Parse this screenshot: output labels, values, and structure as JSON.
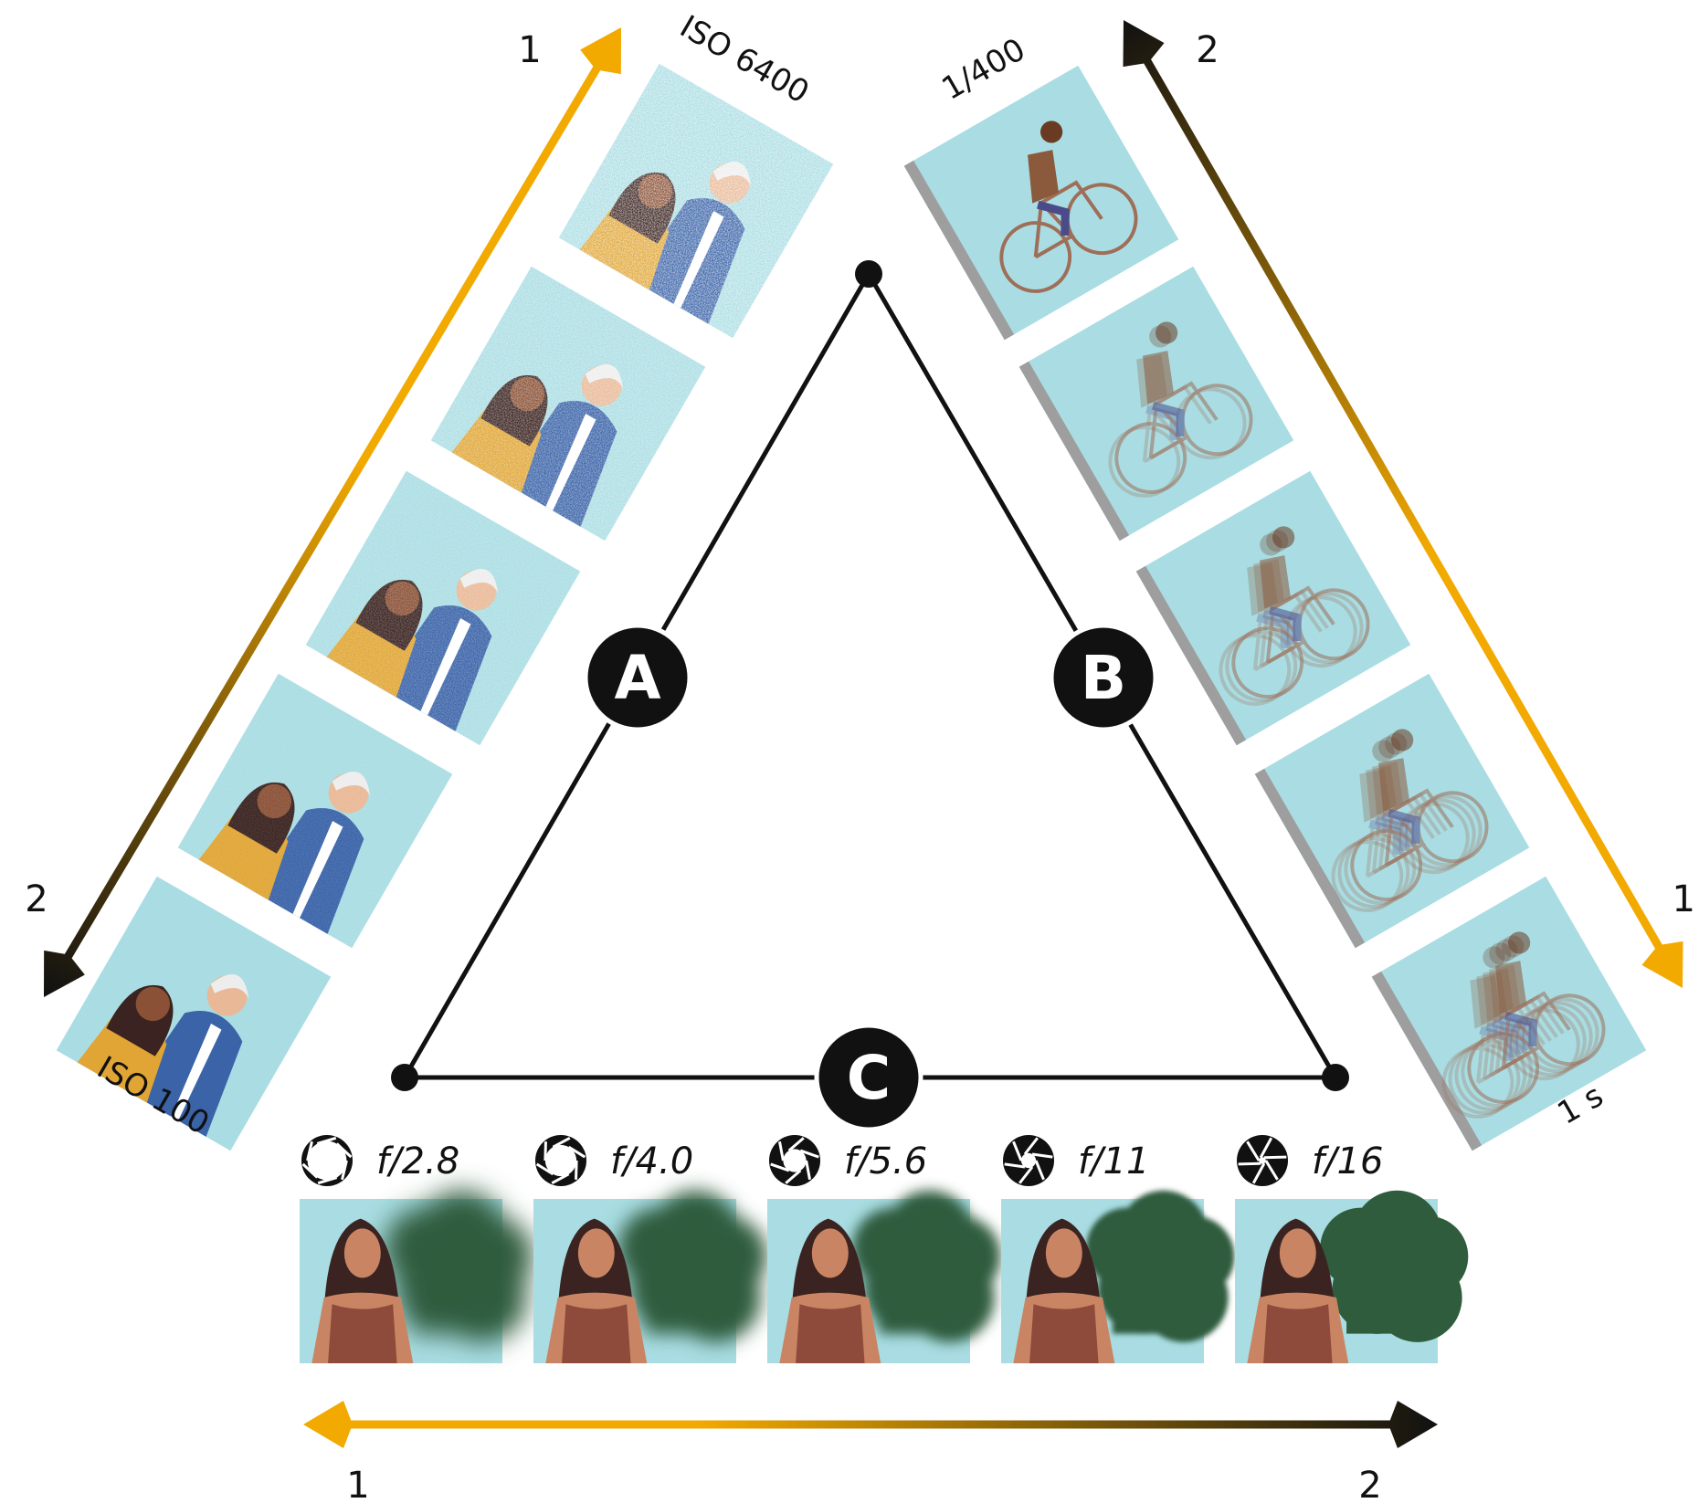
{
  "colors": {
    "gold": "#F2A900",
    "dark": "#111111",
    "sky": "#A9DDE3",
    "tree": "#2F5C3C",
    "skin": "#C98563",
    "hair": "#3A2320",
    "shirt": "#8E4A3A",
    "jacket": "#3A63A8",
    "yellow": "#E0A534",
    "road": "#9E9E9E",
    "bike": "#9E6E58",
    "white_hair": "#EDEDED"
  },
  "triangle": {
    "vertices": [
      "top",
      "bottom-left",
      "bottom-right"
    ],
    "badges": [
      {
        "id": "A",
        "label": "A",
        "side": "left"
      },
      {
        "id": "B",
        "label": "B",
        "side": "right"
      },
      {
        "id": "C",
        "label": "C",
        "side": "bottom"
      }
    ]
  },
  "iso": {
    "top_label": "ISO 6400",
    "bottom_label": "ISO 100",
    "arrow_top_number": "1",
    "arrow_bottom_number": "2",
    "frames": [
      {
        "noise": 1.0
      },
      {
        "noise": 0.7
      },
      {
        "noise": 0.45
      },
      {
        "noise": 0.2
      },
      {
        "noise": 0.0
      }
    ]
  },
  "shutter": {
    "top_label": "1/400",
    "bottom_label": "1 s",
    "arrow_top_number": "2",
    "arrow_bottom_number": "1",
    "frames": [
      {
        "blur": 0.0
      },
      {
        "blur": 0.25
      },
      {
        "blur": 0.5
      },
      {
        "blur": 0.75
      },
      {
        "blur": 1.0
      }
    ]
  },
  "aperture": {
    "arrow_left_number": "1",
    "arrow_right_number": "2",
    "stops": [
      {
        "label": "f/2.8",
        "bokeh": 1.0,
        "opening": 0.85
      },
      {
        "label": "f/4.0",
        "bokeh": 0.75,
        "opening": 0.68
      },
      {
        "label": "f/5.6",
        "bokeh": 0.5,
        "opening": 0.5
      },
      {
        "label": "f/11",
        "bokeh": 0.2,
        "opening": 0.32
      },
      {
        "label": "f/16",
        "bokeh": 0.0,
        "opening": 0.15
      }
    ]
  }
}
